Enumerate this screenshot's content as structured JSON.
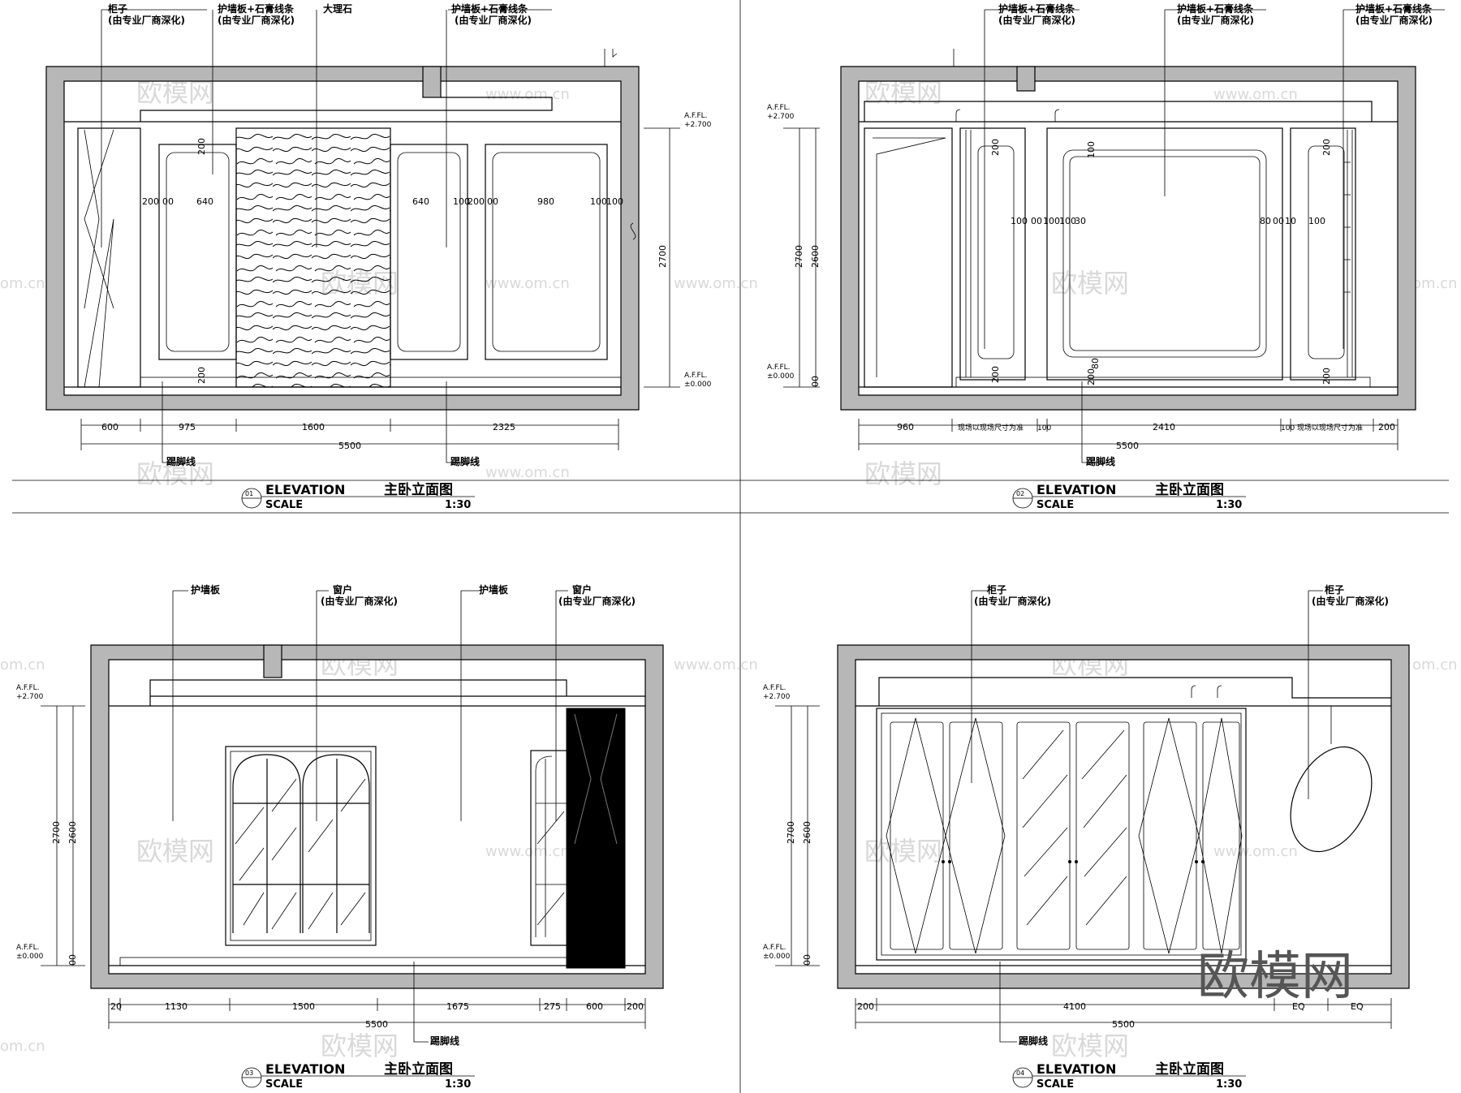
{
  "watermarks": {
    "brand": "欧模网",
    "site": "www.om.cn",
    "site_short": "om.cn"
  },
  "level_marks": {
    "afl": "A.F.FL.",
    "top": "+2.700",
    "zero": "±0.000"
  },
  "panels": [
    {
      "number": "01",
      "title_en": "ELEVATION",
      "title_cn": "主卧立面图",
      "scale_label": "SCALE",
      "scale": "1:30",
      "callouts": [
        "柜子",
        "(由专业厂商深化)",
        "护墙板+石膏线条",
        "(由专业厂商深化)",
        "大理石",
        "护墙板+石膏线条",
        "(由专业厂商深化)"
      ],
      "bottom_callouts": [
        "踢脚线",
        "踢脚线"
      ],
      "panel_dims": [
        "200",
        "00",
        "640",
        "200",
        "200",
        "640",
        "100",
        "200",
        "00",
        "980",
        "100",
        "100"
      ],
      "height_dims": [
        "2700"
      ],
      "dims": [
        "600",
        "975",
        "1600",
        "2325"
      ],
      "total": "5500"
    },
    {
      "number": "02",
      "title_en": "ELEVATION",
      "title_cn": "主卧立面图",
      "scale_label": "SCALE",
      "scale": "1:30",
      "callouts": [
        "护墙板+石膏线条",
        "(由专业厂商深化)",
        "护墙板+石膏线条",
        "(由专业厂商深化)",
        "护墙板+石膏线条",
        "(由专业厂商深化)"
      ],
      "bottom_callouts": [
        "踢脚线"
      ],
      "panel_dims": [
        "200",
        "200",
        "100",
        "00",
        "100",
        "100",
        "30",
        "100",
        "80",
        "00",
        "10",
        "100",
        "200",
        "80",
        "200",
        "200"
      ],
      "height_dims": [
        "2700",
        "2600",
        "00"
      ],
      "dims": [
        "960",
        "现场以现场尺寸为准",
        "100",
        "2410",
        "100",
        "现场以现场尺寸为准",
        "200"
      ],
      "total": "5500"
    },
    {
      "number": "03",
      "title_en": "ELEVATION",
      "title_cn": "主卧立面图",
      "scale_label": "SCALE",
      "scale": "1:30",
      "callouts": [
        "护墙板",
        "窗户",
        "(由专业厂商深化)",
        "护墙板",
        "窗户",
        "(由专业厂商深化)"
      ],
      "bottom_callouts": [
        "踢脚线"
      ],
      "height_dims": [
        "2700",
        "2600",
        "00"
      ],
      "dims": [
        "20",
        "1130",
        "1500",
        "1675",
        "275",
        "600",
        "200"
      ],
      "total": "5500"
    },
    {
      "number": "04",
      "title_en": "ELEVATION",
      "title_cn": "主卧立面图",
      "scale_label": "SCALE",
      "scale": "1:30",
      "callouts": [
        "柜子",
        "(由专业厂商深化)",
        "柜子",
        "(由专业厂商深化)"
      ],
      "bottom_callouts": [
        "踢脚线"
      ],
      "height_dims": [
        "2700",
        "2600",
        "00"
      ],
      "dims": [
        "200",
        "4100",
        "EQ",
        "EQ"
      ],
      "total": "5500"
    }
  ]
}
